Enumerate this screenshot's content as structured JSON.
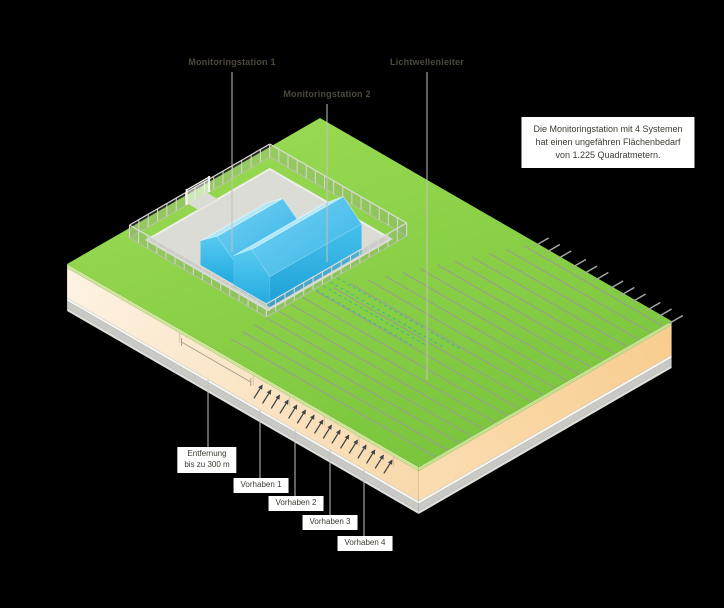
{
  "labels": {
    "station1": "Monitoringstation 1",
    "station2": "Monitoringstation 2",
    "fiber": "Lichtwellenleiter",
    "distance_line1": "Entfernung",
    "distance_line2": "bis zu 300 m",
    "vorhaben": [
      "Vorhaben 1",
      "Vorhaben 2",
      "Vorhaben 3",
      "Vorhaben 4"
    ],
    "info_line1": "Die Monitoringstation mit 4 Systemen",
    "info_line2": "hat einen ungefähren Flächenbedarf",
    "info_line3": "von 1.225 Quadratmetern."
  },
  "colors": {
    "background": "#000000",
    "grass_light": "#94d64d",
    "grass_dark": "#79c53c",
    "grass_lip": "#cbe694",
    "cream_light": "#fdf2e2",
    "cream_dark": "#f8d9ab",
    "peach_light": "#fbddb1",
    "peach_dark": "#f8cd8f",
    "base_white": "#f4f4f0",
    "base_gray": "#c9c9c5",
    "base_bottom": "#dededa",
    "pad_gray": "#dcdcd7",
    "roof_light": "#cdf2fc",
    "roof_blue": "#38b5e7",
    "wall_blue": "#1b9fd6",
    "cable_gray": "#9aa08d",
    "tick_gray": "#a8aba3",
    "planned_teal": "#2db4aa",
    "hatch_dark": "#3f4347",
    "leader_gray": "#c2c2bc",
    "label_text": "#4d4a3b"
  }
}
